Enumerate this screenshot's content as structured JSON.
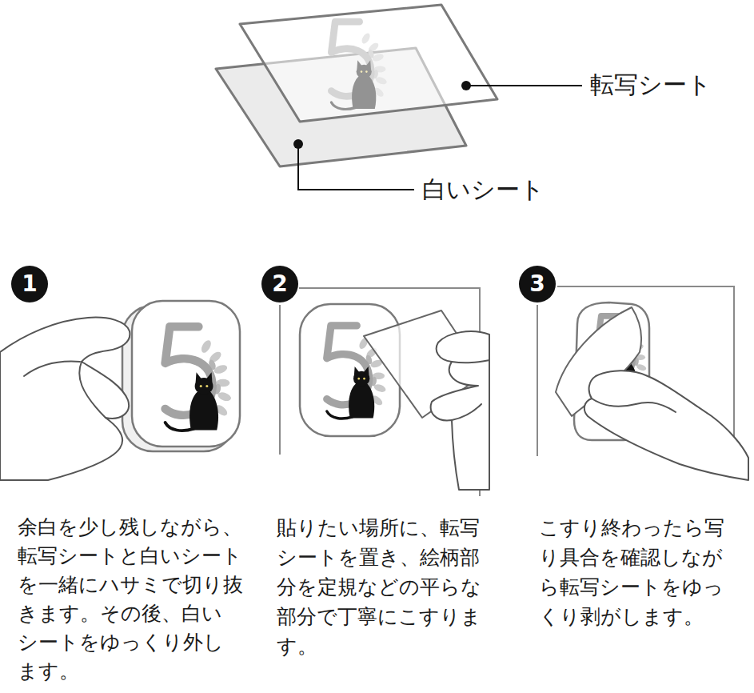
{
  "diagram": {
    "nodes": [
      {
        "text": [
          "1"
        ]
      },
      {
        "text": [
          "2"
        ]
      },
      {
        "text": [
          "3"
        ]
      }
    ],
    "labels": [
      "転写シート",
      "白いシート",
      "余白を少し残しながら、転写シートと白いシートを一緒にハサミで切り抜きます。その後、白いシートをゆっくり外します。",
      "貼りたい場所に、転写シートを置き、絵柄部分を定規などの平らな部分で丁寧にこすります。",
      "こすり終わったら写り具合を確認しながら転写シートをゆっくり剥がします。"
    ]
  }
}
